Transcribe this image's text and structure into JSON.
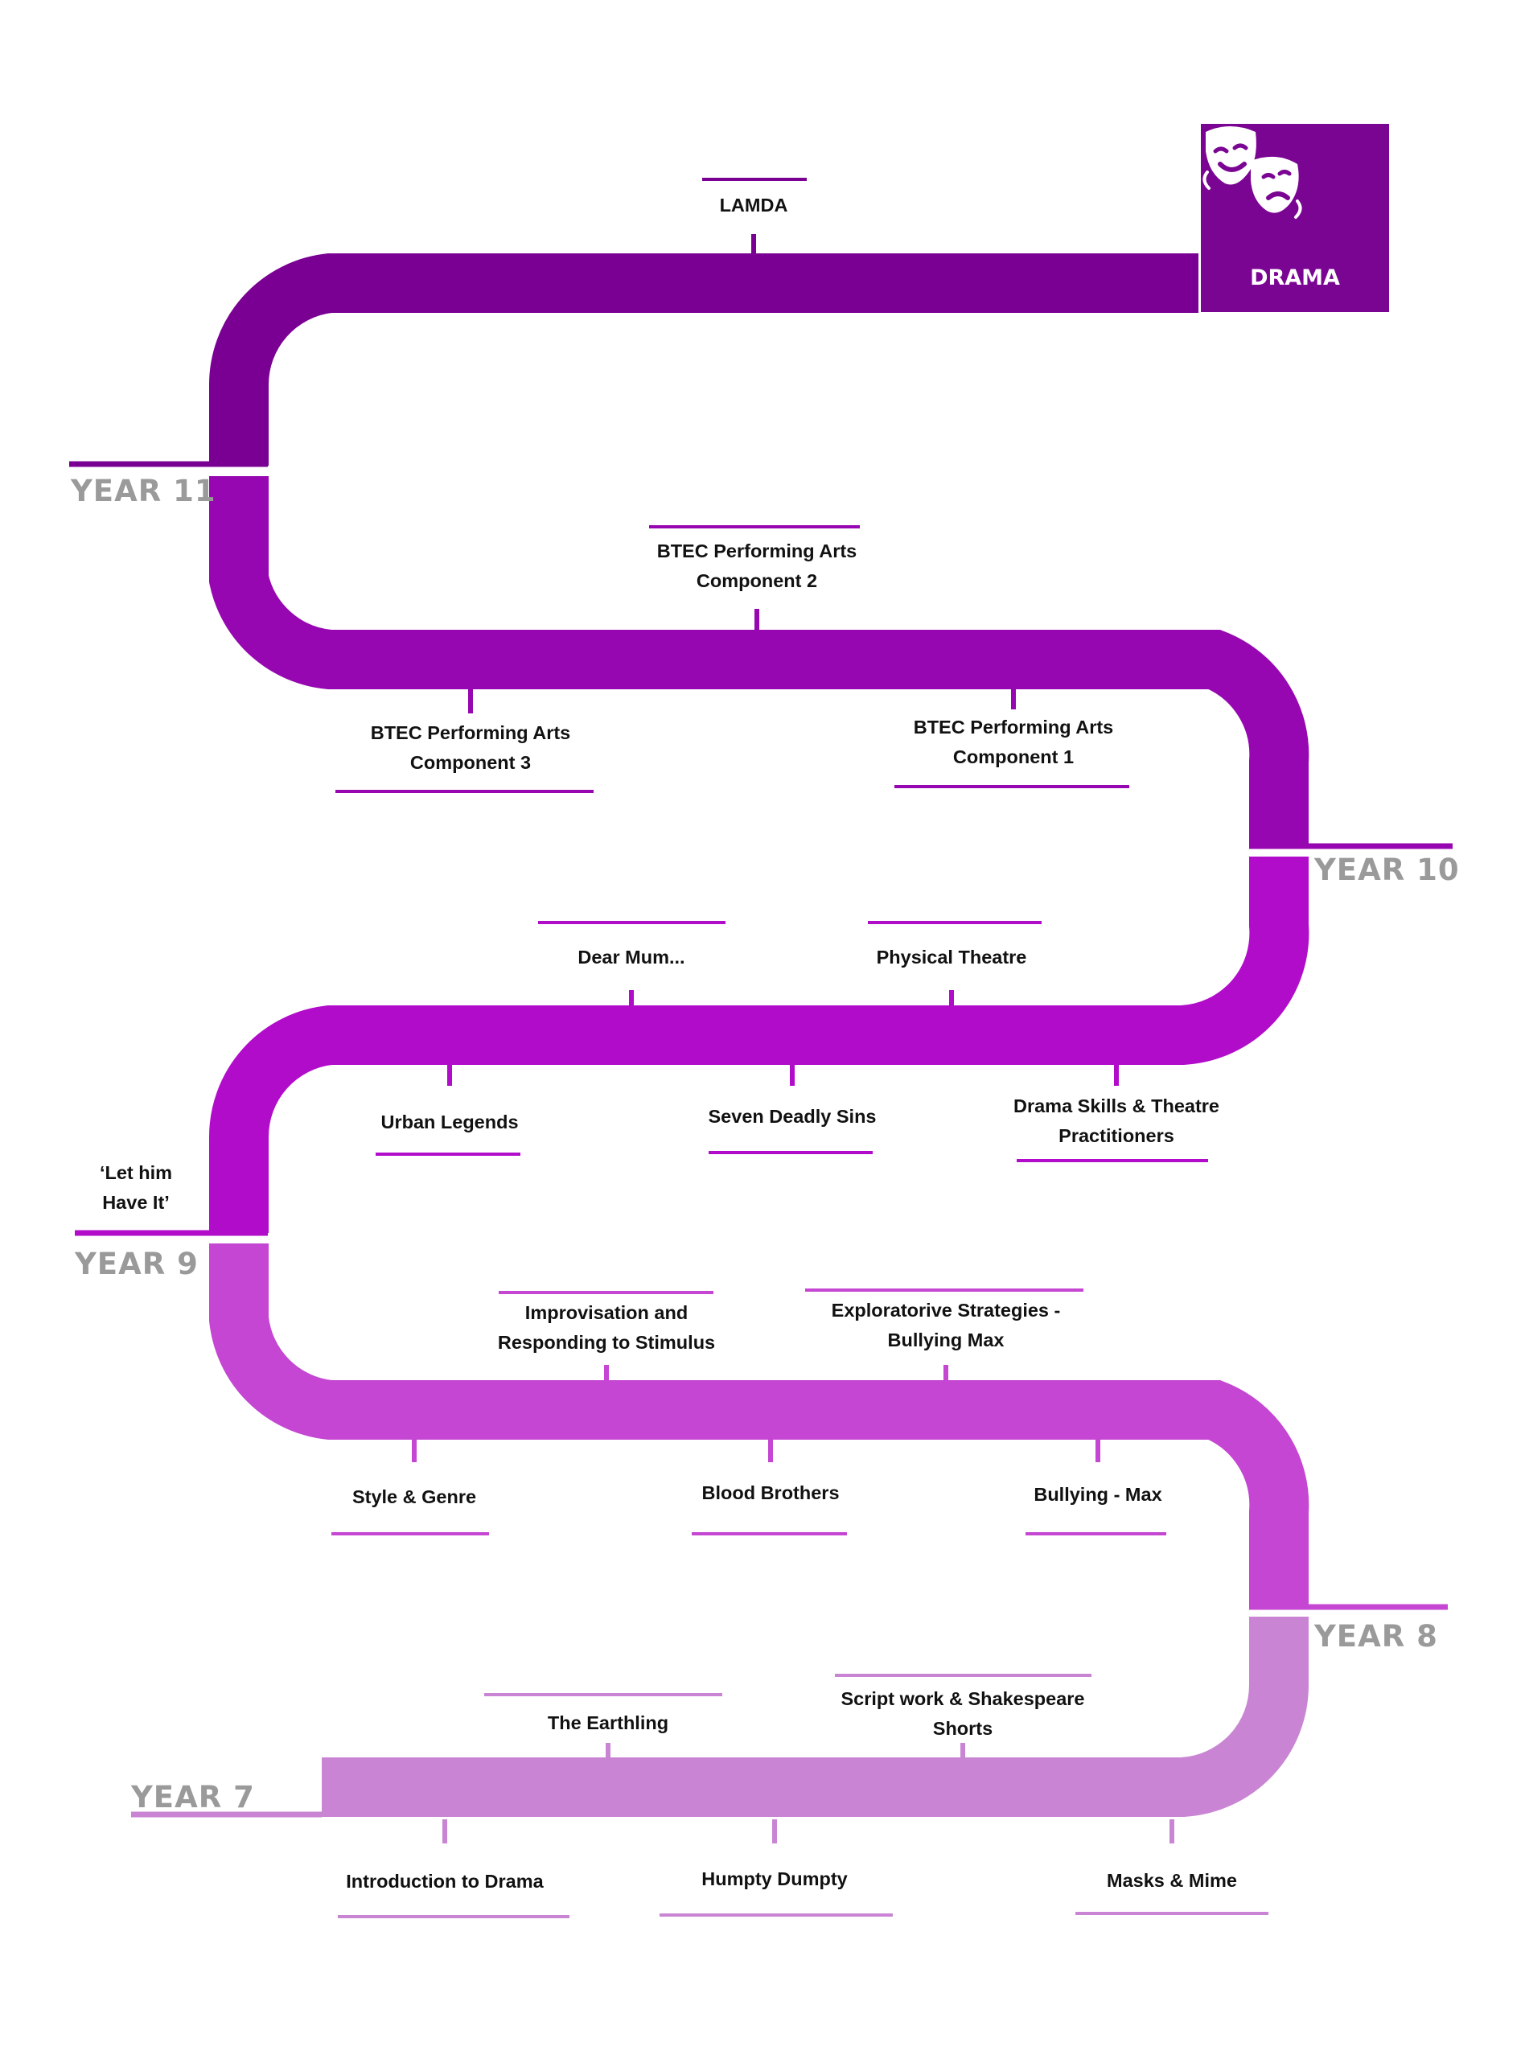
{
  "colors": {
    "year11": "#7a0093",
    "year10": "#9707b1",
    "year9": "#b20ccb",
    "year8": "#c446d2",
    "year7": "#c985d4",
    "year_text": "#9a9a9a",
    "badge_bg": "#7b0593"
  },
  "badge": {
    "title": "DRAMA",
    "icon": "theatre-masks-icon"
  },
  "years": [
    {
      "id": "year11",
      "label": "YEAR 11"
    },
    {
      "id": "year10",
      "label": "YEAR 10"
    },
    {
      "id": "year9",
      "label": "YEAR 9"
    },
    {
      "id": "year8",
      "label": "YEAR 8"
    },
    {
      "id": "year7",
      "label": "YEAR 7"
    }
  ],
  "topics": [
    {
      "id": "lamda",
      "year": "year11",
      "lines": [
        "LAMDA"
      ]
    },
    {
      "id": "btec-component-2",
      "year": "year10",
      "lines": [
        "BTEC Performing Arts",
        "Component 2"
      ]
    },
    {
      "id": "btec-component-3",
      "year": "year10",
      "lines": [
        "BTEC Performing Arts",
        "Component 3"
      ]
    },
    {
      "id": "btec-component-1",
      "year": "year10",
      "lines": [
        "BTEC Performing Arts",
        "Component 1"
      ]
    },
    {
      "id": "dear-mum",
      "year": "year9",
      "lines": [
        "Dear Mum..."
      ]
    },
    {
      "id": "physical-theatre",
      "year": "year9",
      "lines": [
        "Physical Theatre"
      ]
    },
    {
      "id": "urban-legends",
      "year": "year9",
      "lines": [
        "Urban Legends"
      ]
    },
    {
      "id": "seven-deadly-sins",
      "year": "year9",
      "lines": [
        "Seven Deadly Sins"
      ]
    },
    {
      "id": "drama-skills",
      "year": "year9",
      "lines": [
        "Drama Skills & Theatre",
        "Practitioners"
      ]
    },
    {
      "id": "let-him-have-it",
      "year": "year9",
      "lines": [
        "‘Let him",
        "Have It’"
      ]
    },
    {
      "id": "improvisation",
      "year": "year8",
      "lines": [
        "Improvisation and",
        "Responding to Stimulus"
      ]
    },
    {
      "id": "exploratorive-strategies",
      "year": "year8",
      "lines": [
        "Exploratorive Strategies -",
        "Bullying Max"
      ]
    },
    {
      "id": "style-genre",
      "year": "year8",
      "lines": [
        "Style & Genre"
      ]
    },
    {
      "id": "blood-brothers",
      "year": "year8",
      "lines": [
        "Blood Brothers"
      ]
    },
    {
      "id": "bullying-max",
      "year": "year8",
      "lines": [
        "Bullying - Max"
      ]
    },
    {
      "id": "the-earthling",
      "year": "year7",
      "lines": [
        "The Earthling"
      ]
    },
    {
      "id": "script-work",
      "year": "year7",
      "lines": [
        "Script work & Shakespeare",
        "Shorts"
      ]
    },
    {
      "id": "intro-drama",
      "year": "year7",
      "lines": [
        "Introduction to Drama"
      ]
    },
    {
      "id": "humpty-dumpty",
      "year": "year7",
      "lines": [
        "Humpty Dumpty"
      ]
    },
    {
      "id": "masks-mime",
      "year": "year7",
      "lines": [
        "Masks & Mime"
      ]
    }
  ]
}
